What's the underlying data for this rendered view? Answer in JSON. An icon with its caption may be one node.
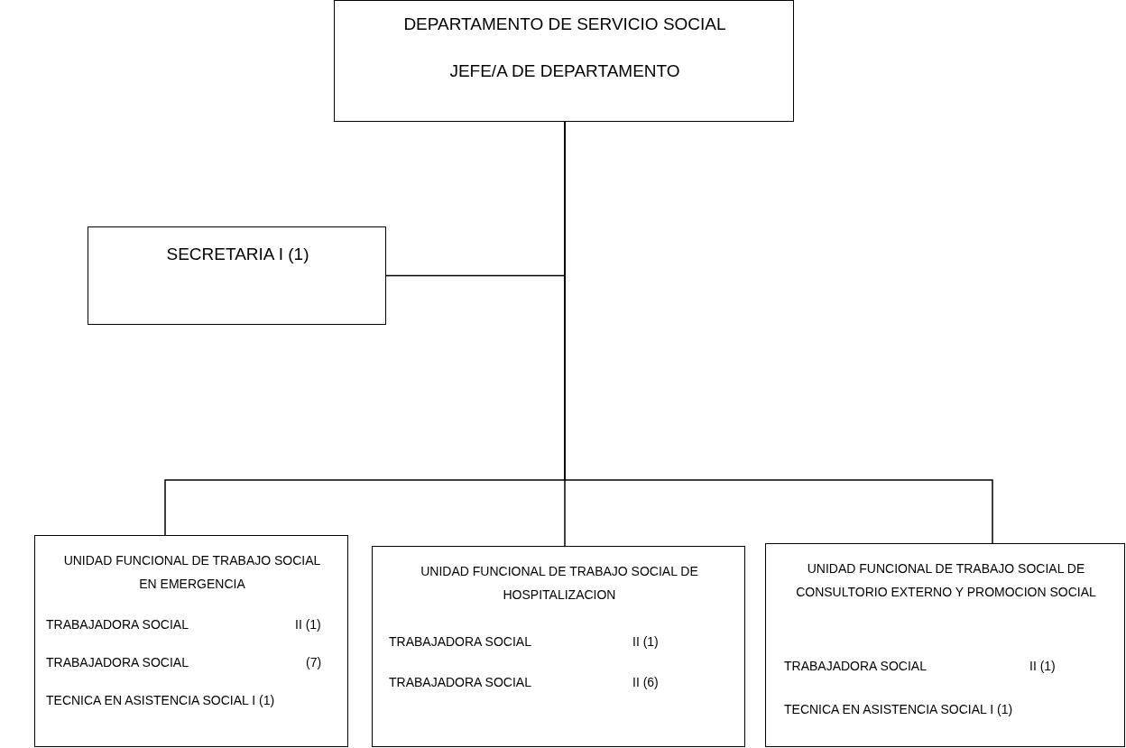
{
  "diagram": {
    "nodes": [
      {
        "text": [
          "DEPARTAMENTO DE SERVICIO SOCIAL",
          "JEFE/A DE DEPARTAMENTO"
        ]
      },
      {
        "text": [
          "SECRETARIA I (1)"
        ]
      },
      {
        "text": [
          "UNIDAD FUNCIONAL DE TRABAJO SOCIAL EN EMERGENCIA",
          "TRABAJADORA SOCIAL",
          "II (1)",
          "TRABAJADORA SOCIAL",
          "(7)",
          "TECNICA EN ASISTENCIA SOCIAL I (1)"
        ]
      },
      {
        "text": [
          "UNIDAD FUNCIONAL DE TRABAJO SOCIAL DE HOSPITALIZACION",
          "TRABAJADORA SOCIAL",
          "II (1)",
          "TRABAJADORA SOCIAL",
          "II (6)"
        ]
      },
      {
        "text": [
          "UNIDAD FUNCIONAL DE TRABAJO SOCIAL DE CONSULTORIO EXTERNO Y PROMOCION SOCIAL",
          "TRABAJADORA SOCIAL",
          "II (1)",
          "TECNICA EN ASISTENCIA SOCIAL I  (1)"
        ]
      }
    ],
    "edges": [
      {
        "from": 0,
        "to": 1,
        "arrow": "none"
      },
      {
        "from": 0,
        "to": 2,
        "arrow": "none"
      },
      {
        "from": 0,
        "to": 3,
        "arrow": "none"
      },
      {
        "from": 0,
        "to": 4,
        "arrow": "none"
      }
    ]
  }
}
